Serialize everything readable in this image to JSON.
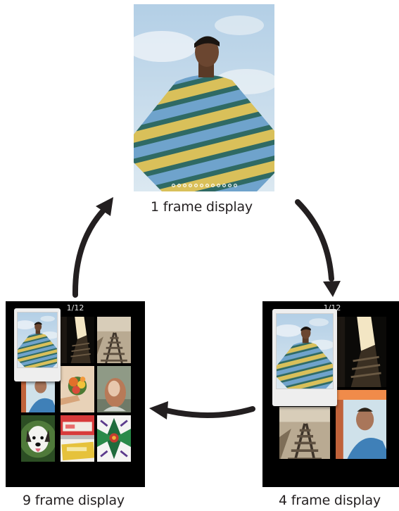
{
  "diagram": {
    "single": {
      "caption": "1 frame display",
      "page_dots": 12
    },
    "quad": {
      "caption": "4 frame display",
      "counter": "1/12"
    },
    "nine": {
      "caption": "9 frame display",
      "counter": "1/12"
    }
  },
  "photos": {
    "portrait": "man-striped-sweater-sky",
    "tunnel": "dark-stairwell-light",
    "rails": "railway-tracks-sepia",
    "flowers": "flower-bouquet",
    "woman": "woman-portrait-green",
    "car": "man-in-car",
    "dog": "dog-fisheye",
    "van": "yellow-van-red-wall",
    "kaleido": "kaleidoscope-mirror"
  },
  "colors": {
    "arrow": "#231f20",
    "screen": "#000000",
    "frame": "#eeeeee"
  }
}
